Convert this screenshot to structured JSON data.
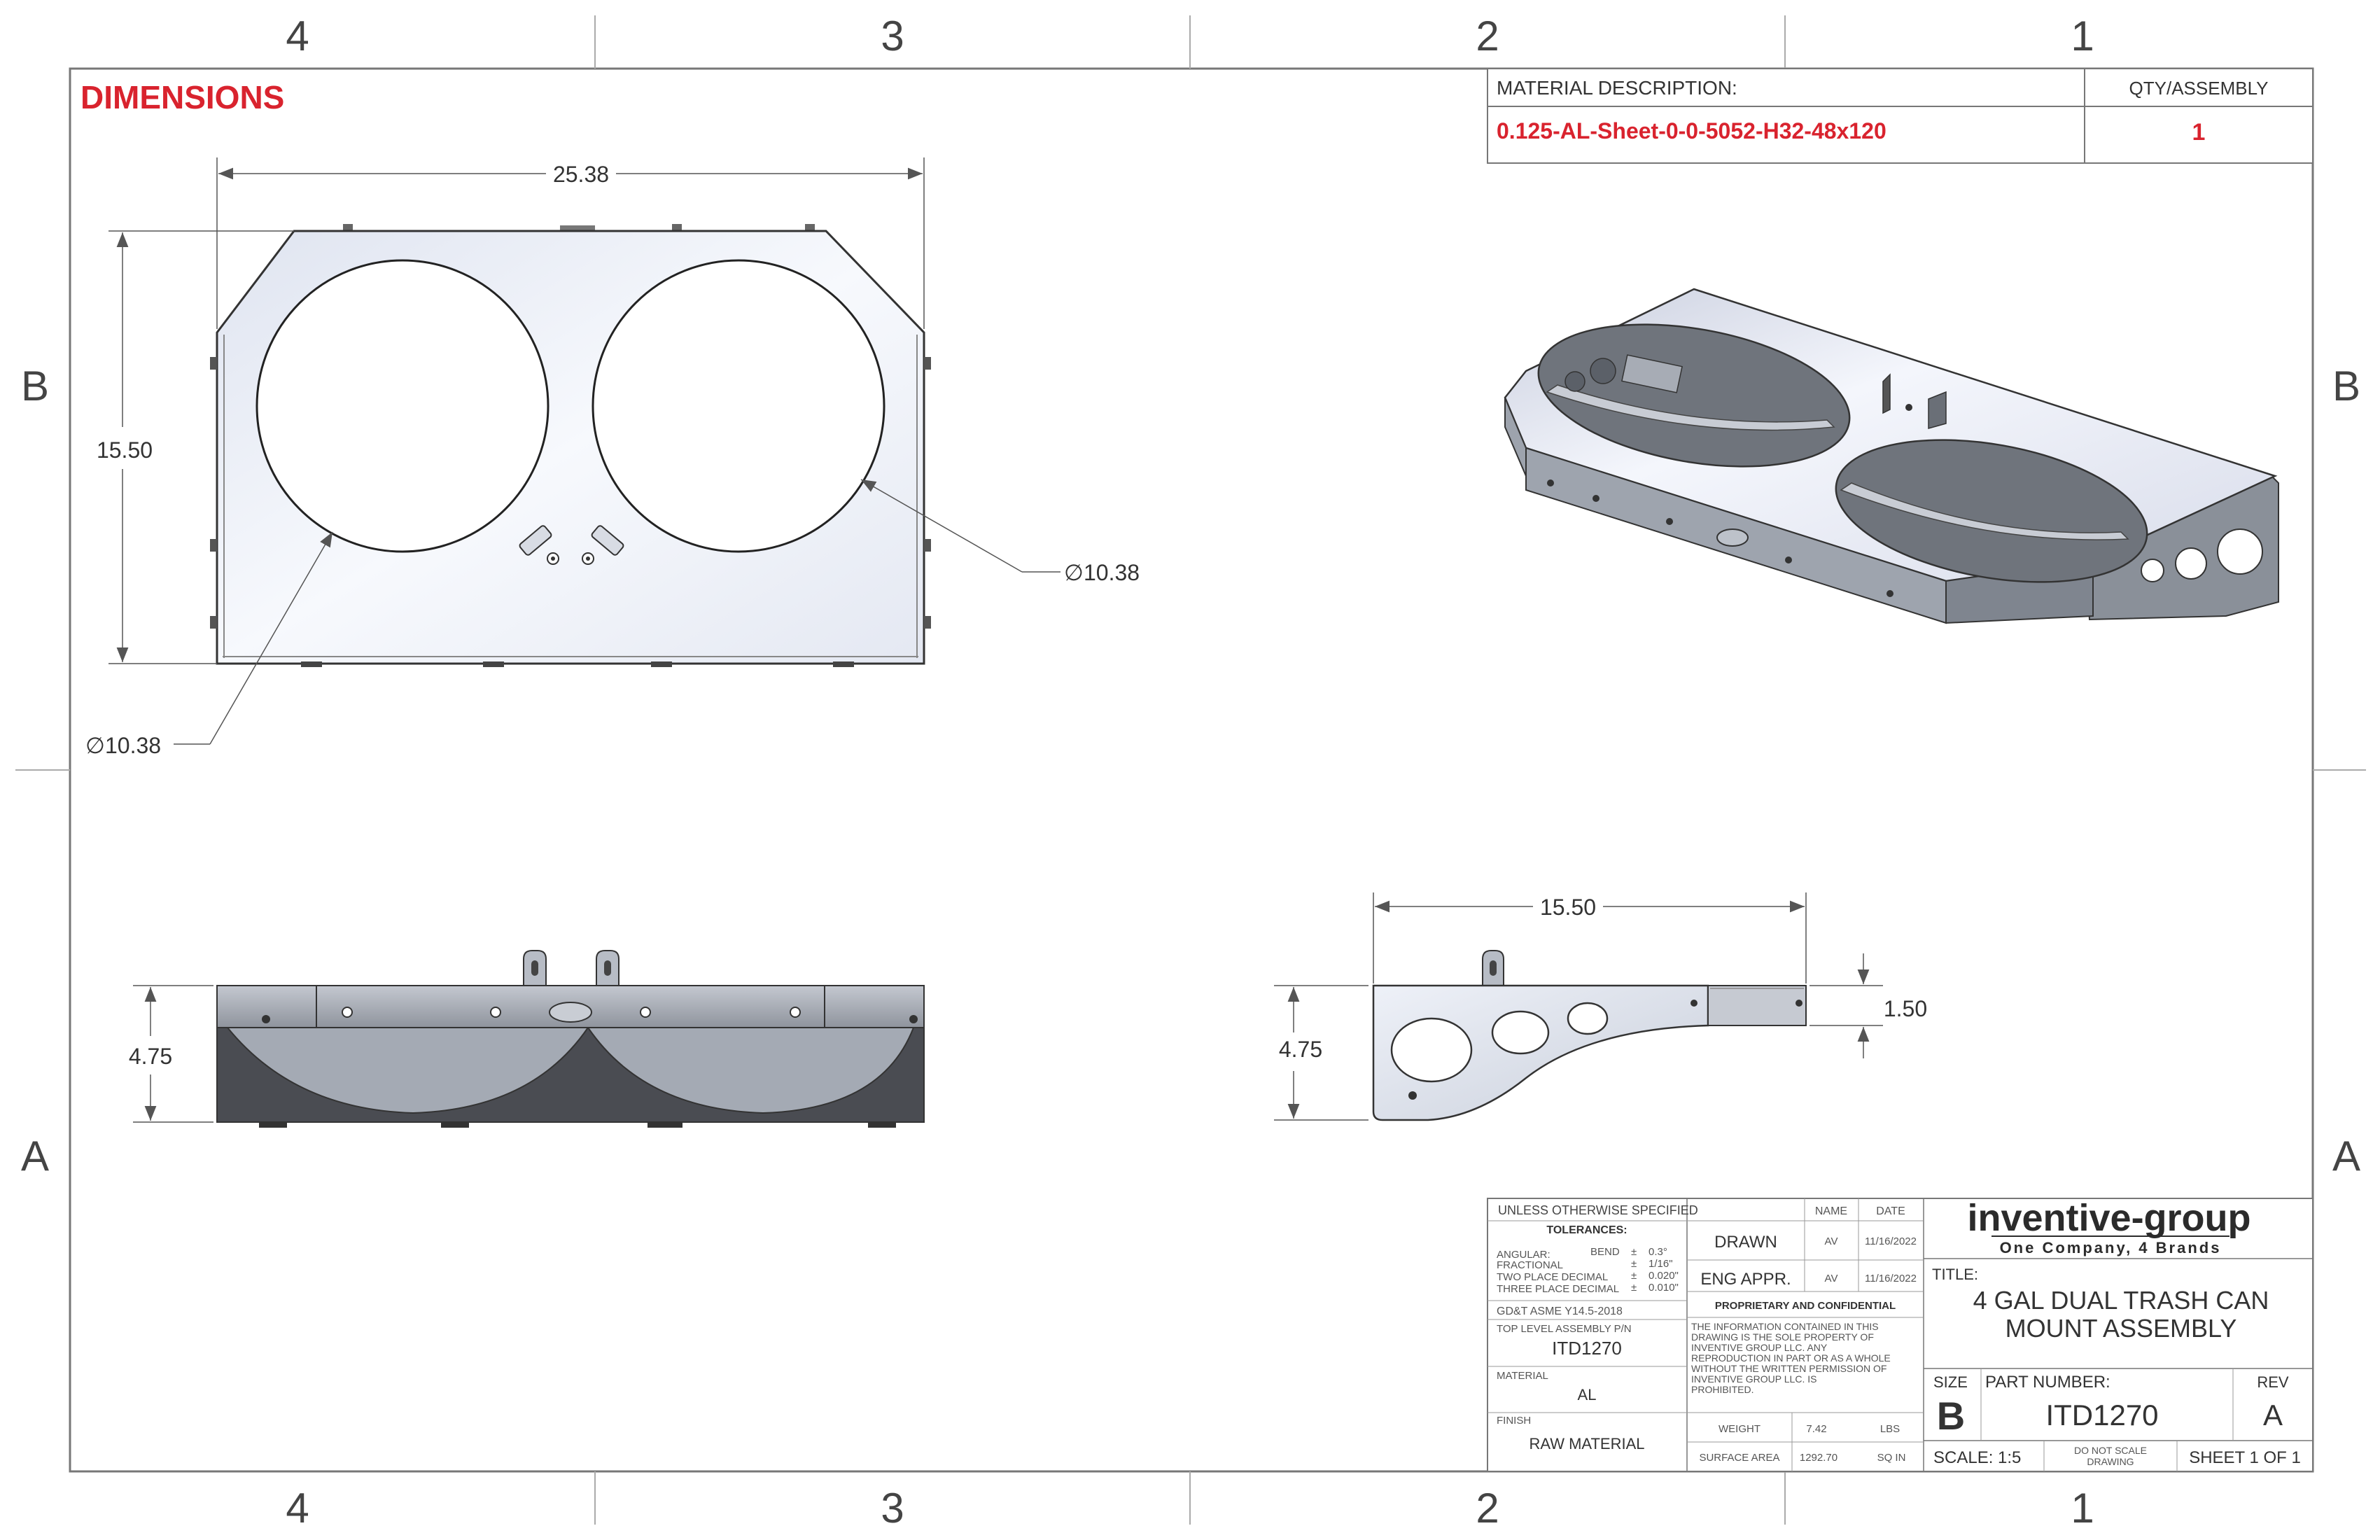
{
  "zones": {
    "columns": [
      "4",
      "3",
      "2",
      "1"
    ],
    "rows": [
      "B",
      "A"
    ]
  },
  "heading": "DIMENSIONS",
  "material_table": {
    "desc_header": "MATERIAL DESCRIPTION:",
    "qty_header": "QTY/ASSEMBLY",
    "desc_value": "0.125-AL-Sheet-0-0-5052-H32-48x120",
    "qty_value": "1"
  },
  "dimensions": {
    "top_width": "25.38",
    "top_height": "15.50",
    "hole_right": "10.38",
    "hole_left": "10.38",
    "front_height": "4.75",
    "side_width": "15.50",
    "side_height": "4.75",
    "side_flange": "1.50",
    "diameter_symbol": "∅"
  },
  "title_block": {
    "unless": "UNLESS OTHERWISE SPECIFIED",
    "tolerances": "TOLERANCES:",
    "tol_lines": [
      {
        "label": "ANGULAR:",
        "sub": "BEND",
        "pm": "±",
        "val": "0.3°"
      },
      {
        "label": "FRACTIONAL",
        "sub": "",
        "pm": "±",
        "val": "1/16\""
      },
      {
        "label": "TWO PLACE DECIMAL",
        "sub": "",
        "pm": "±",
        "val": "0.020\""
      },
      {
        "label": "THREE PLACE DECIMAL",
        "sub": "",
        "pm": "±",
        "val": "0.010\""
      }
    ],
    "gdt": "GD&T ASME Y14.5-2018",
    "top_level_label": "TOP LEVEL ASSEMBLY P/N",
    "top_level_value": "ITD1270",
    "material_label": "MATERIAL",
    "material_value": "AL",
    "finish_label": "FINISH",
    "finish_value": "RAW MATERIAL",
    "name_header": "NAME",
    "date_header": "DATE",
    "drawn_label": "DRAWN",
    "drawn_name": "AV",
    "drawn_date": "11/16/2022",
    "eng_label": "ENG APPR.",
    "eng_name": "AV",
    "eng_date": "11/16/2022",
    "proprietary": "PROPRIETARY AND CONFIDENTIAL",
    "prop_lines": [
      "THE INFORMATION CONTAINED IN THIS",
      "DRAWING IS THE SOLE PROPERTY OF",
      "INVENTIVE GROUP LLC.  ANY",
      "REPRODUCTION IN PART OR AS A WHOLE",
      "WITHOUT THE WRITTEN PERMISSION OF",
      "INVENTIVE GROUP LLC. IS",
      "PROHIBITED."
    ],
    "weight_label": "WEIGHT",
    "weight_value": "7.42",
    "weight_unit": "LBS",
    "area_label": "SURFACE AREA",
    "area_value": "1292.70",
    "area_unit": "SQ IN",
    "logo_text": "inventive-group",
    "logo_tagline": "One Company, 4 Brands",
    "title_label": "TITLE:",
    "title_line1": "4 GAL DUAL TRASH CAN",
    "title_line2": "MOUNT ASSEMBLY",
    "size_label": "SIZE",
    "size_value": "B",
    "part_label": "PART NUMBER:",
    "part_value": "ITD1270",
    "rev_label": "REV",
    "rev_value": "A",
    "scale": "SCALE: 1:5",
    "do_not_scale_1": "DO NOT SCALE",
    "do_not_scale_2": "DRAWING",
    "sheet": "SHEET 1 OF 1"
  },
  "colors": {
    "accent_red": "#d9232e",
    "line": "#555555",
    "plate": "#f1f4fb",
    "dark_steel": "#4a4c52",
    "mid_steel": "#8e949d",
    "light_steel": "#b7bcc5"
  }
}
